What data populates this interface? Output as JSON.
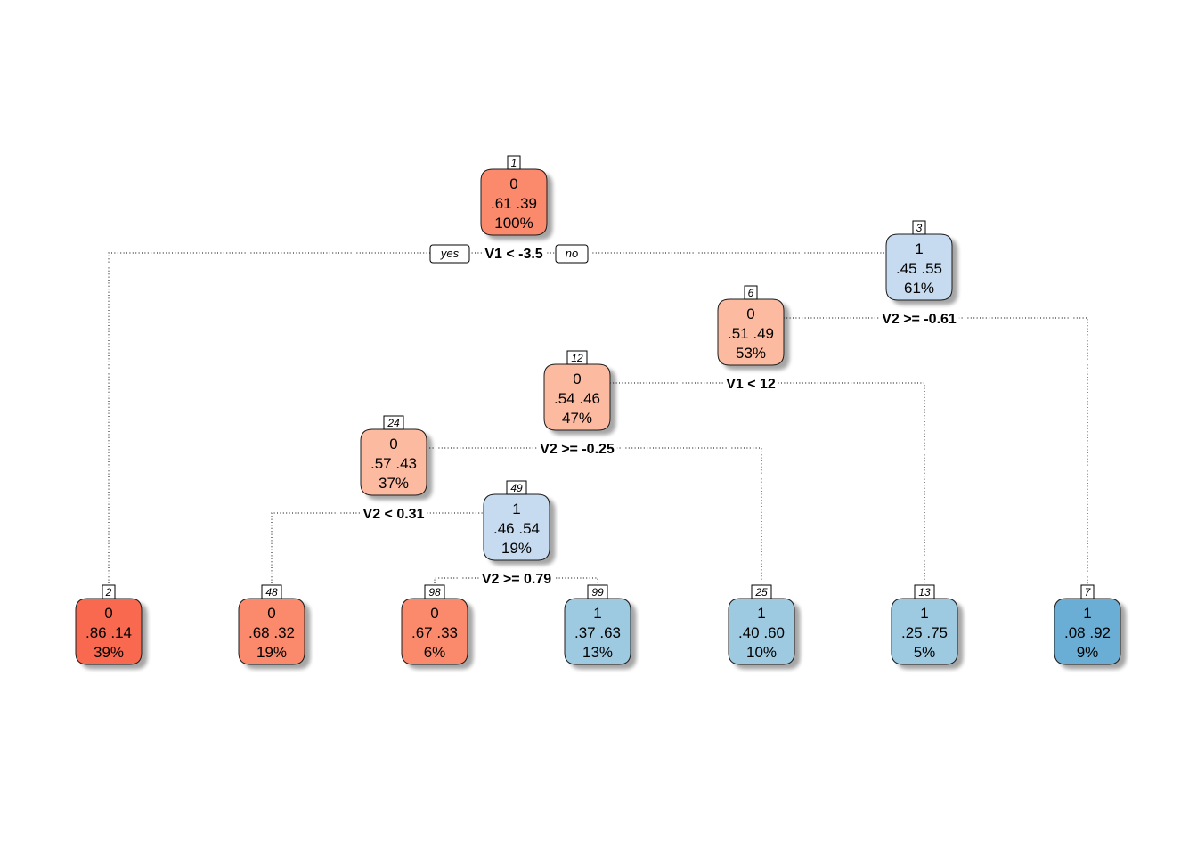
{
  "colors": {
    "0_deep": "#f8694f",
    "0_mid": "#fb8a6d",
    "0_light": "#fcbba1",
    "1_light": "#c6dbef",
    "1_mid": "#9ecae1",
    "1_deep": "#6baed6"
  },
  "branch_labels": {
    "yes": "yes",
    "no": "no"
  },
  "nodes": [
    {
      "id": "1",
      "class": "0",
      "probs": ".61  .39",
      "pct": "100%",
      "color": "#fb8a6d"
    },
    {
      "id": "3",
      "class": "1",
      "probs": ".45  .55",
      "pct": "61%",
      "color": "#c6dbef"
    },
    {
      "id": "6",
      "class": "0",
      "probs": ".51  .49",
      "pct": "53%",
      "color": "#fcbba1"
    },
    {
      "id": "12",
      "class": "0",
      "probs": ".54  .46",
      "pct": "47%",
      "color": "#fcbba1"
    },
    {
      "id": "24",
      "class": "0",
      "probs": ".57  .43",
      "pct": "37%",
      "color": "#fcbba1"
    },
    {
      "id": "49",
      "class": "1",
      "probs": ".46  .54",
      "pct": "19%",
      "color": "#c6dbef"
    },
    {
      "id": "2",
      "class": "0",
      "probs": ".86  .14",
      "pct": "39%",
      "color": "#f8694f"
    },
    {
      "id": "48",
      "class": "0",
      "probs": ".68  .32",
      "pct": "19%",
      "color": "#fb8a6d"
    },
    {
      "id": "98",
      "class": "0",
      "probs": ".67  .33",
      "pct": "6%",
      "color": "#fb8a6d"
    },
    {
      "id": "99",
      "class": "1",
      "probs": ".37  .63",
      "pct": "13%",
      "color": "#9ecae1"
    },
    {
      "id": "25",
      "class": "1",
      "probs": ".40  .60",
      "pct": "10%",
      "color": "#9ecae1"
    },
    {
      "id": "13",
      "class": "1",
      "probs": ".25  .75",
      "pct": "5%",
      "color": "#9ecae1"
    },
    {
      "id": "7",
      "class": "1",
      "probs": ".08  .92",
      "pct": "9%",
      "color": "#6baed6"
    }
  ],
  "splits": [
    {
      "node": "1",
      "rule": "V1 < -3.5",
      "yes_child": "2",
      "no_child": "3"
    },
    {
      "node": "3",
      "rule": "V2 >= -0.61",
      "yes_child": "6",
      "no_child": "7"
    },
    {
      "node": "6",
      "rule": "V1 < 12",
      "yes_child": "12",
      "no_child": "13"
    },
    {
      "node": "12",
      "rule": "V2 >= -0.25",
      "yes_child": "24",
      "no_child": "25"
    },
    {
      "node": "24",
      "rule": "V2 < 0.31",
      "yes_child": "48",
      "no_child": "49"
    },
    {
      "node": "49",
      "rule": "V2 >= 0.79",
      "yes_child": "98",
      "no_child": "99"
    }
  ]
}
